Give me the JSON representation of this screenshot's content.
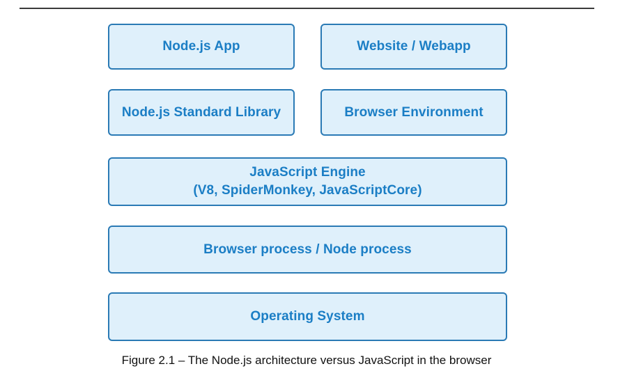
{
  "figure": {
    "caption": "Figure 2.1 – The Node.js architecture versus JavaScript in the browser"
  },
  "boxes": {
    "nodejs_app": "Node.js App",
    "website_webapp": "Website / Webapp",
    "nodejs_stdlib": "Node.js Standard Library",
    "browser_env": "Browser Environment",
    "js_engine_line1": "JavaScript Engine",
    "js_engine_line2": "(V8, SpiderMonkey, JavaScriptCore)",
    "process": "Browser process / Node process",
    "os": "Operating System"
  },
  "colors": {
    "box_fill": "#dff0fb",
    "box_border": "#2a7ab5",
    "box_text": "#1b7ec5",
    "top_rule": "#3a3a3a",
    "caption_text": "#111111"
  }
}
